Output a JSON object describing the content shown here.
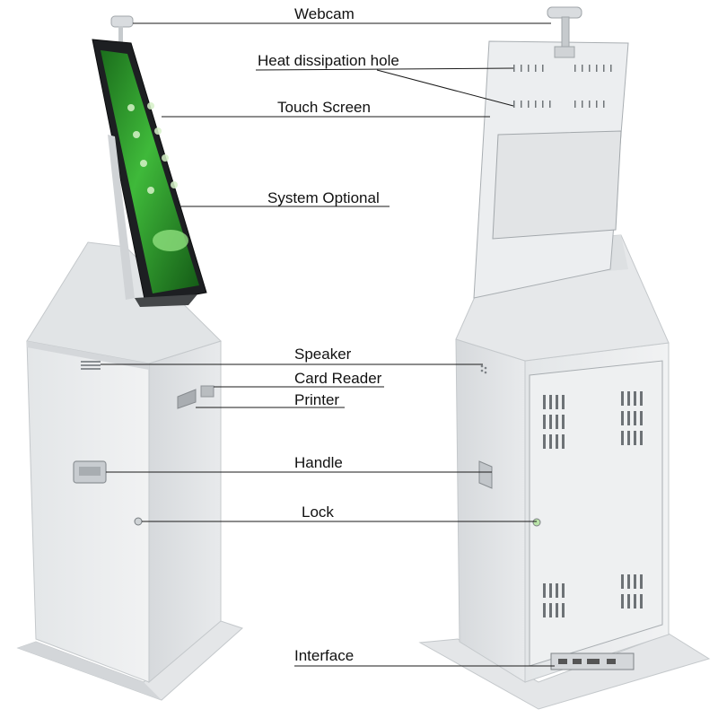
{
  "labels": {
    "webcam": "Webcam",
    "heat_dissipation_hole": "Heat dissipation hole",
    "touch_screen": "Touch Screen",
    "system_optional": "System Optional",
    "speaker": "Speaker",
    "card_reader": "Card Reader",
    "printer": "Printer",
    "handle": "Handle",
    "lock": "Lock",
    "interface": "Interface"
  },
  "colors": {
    "cabinet_light": "#eceeef",
    "cabinet_mid": "#dcdfe1",
    "cabinet_dark": "#c9cdd0",
    "screen_green": "#3fb93a",
    "screen_dark": "#1b6e1c",
    "bezel": "#1d1f22",
    "line": "#1a1a1a"
  }
}
